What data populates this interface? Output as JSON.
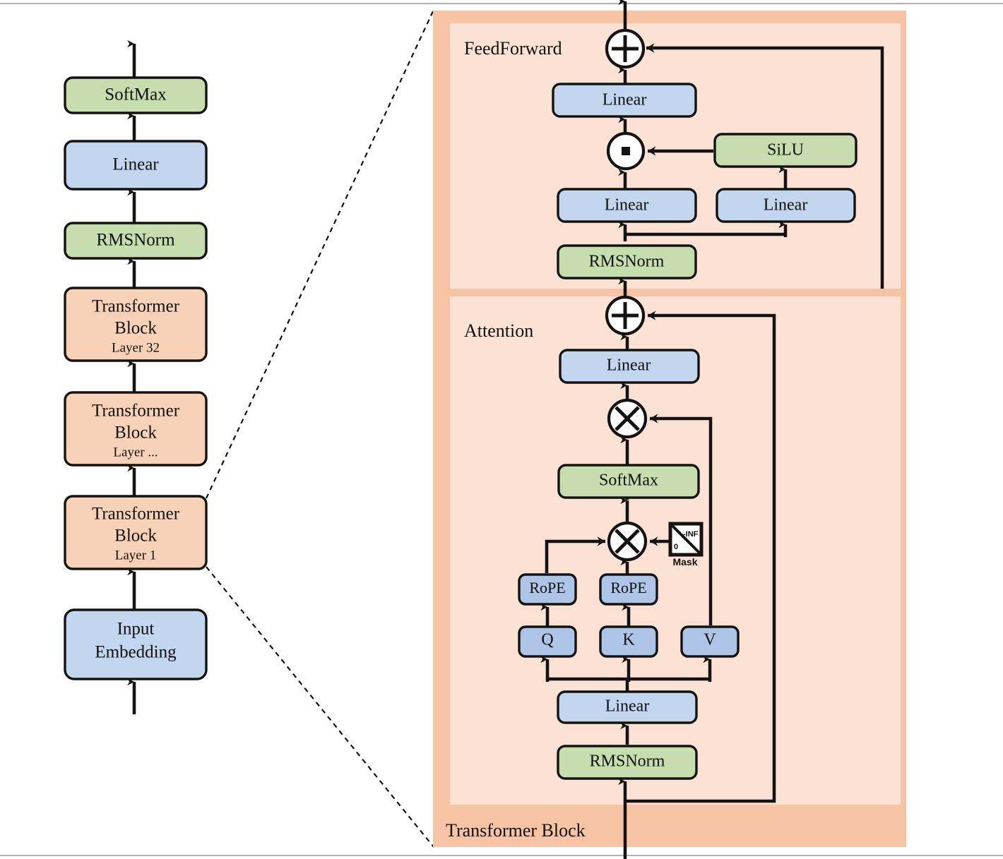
{
  "diagram": {
    "title": "Transformer Block",
    "palette": {
      "green": "#c6ddae",
      "blue": "#c2d7ef",
      "blue_deep": "#afc5e8",
      "peach": "#f8d2b6",
      "frame_outer": "#f6c3a4",
      "frame_inner": "#fbe2d4",
      "stroke": "#141312",
      "white": "#ffffff"
    }
  },
  "left_stack": {
    "name": "model-overview-stack",
    "nodes": [
      {
        "id": "softmax",
        "label": "SoftMax",
        "sublabel": "",
        "color": "green"
      },
      {
        "id": "linear",
        "label": "Linear",
        "sublabel": "",
        "color": "blue"
      },
      {
        "id": "rmsnorm",
        "label": "RMSNorm",
        "sublabel": "",
        "color": "green"
      },
      {
        "id": "block32",
        "label": "Transformer Block",
        "sublabel": "Layer 32",
        "color": "peach"
      },
      {
        "id": "blockdots",
        "label": "Transformer Block",
        "sublabel": "Layer ...",
        "color": "peach"
      },
      {
        "id": "block1",
        "label": "Transformer Block",
        "sublabel": "Layer 1",
        "color": "peach"
      },
      {
        "id": "embedding",
        "label": "Input Embedding",
        "sublabel": "",
        "color": "blue"
      }
    ]
  },
  "detail": {
    "outer_label": "Transformer Block",
    "feedforward": {
      "section_label": "FeedForward",
      "add_op": "+",
      "mul_op": "·",
      "nodes": [
        {
          "id": "ff-rmsnorm",
          "label": "RMSNorm",
          "color": "green"
        },
        {
          "id": "ff-linear-gate",
          "label": "Linear",
          "color": "blue"
        },
        {
          "id": "ff-linear-up",
          "label": "Linear",
          "color": "blue"
        },
        {
          "id": "ff-silu",
          "label": "SiLU",
          "color": "green"
        },
        {
          "id": "ff-linear-down",
          "label": "Linear",
          "color": "blue"
        }
      ]
    },
    "attention": {
      "section_label": "Attention",
      "add_op": "+",
      "matmul_op": "×",
      "mask": {
        "caption": "Mask",
        "upper_value": "-INF",
        "lower_value": "0"
      },
      "nodes": [
        {
          "id": "attn-rmsnorm",
          "label": "RMSNorm",
          "color": "green"
        },
        {
          "id": "attn-linear-qkv",
          "label": "Linear",
          "color": "blue"
        },
        {
          "id": "attn-q",
          "label": "Q",
          "color": "blue_deep"
        },
        {
          "id": "attn-k",
          "label": "K",
          "color": "blue_deep"
        },
        {
          "id": "attn-v",
          "label": "V",
          "color": "blue_deep"
        },
        {
          "id": "attn-rope-q",
          "label": "RoPE",
          "color": "blue_deep"
        },
        {
          "id": "attn-rope-k",
          "label": "RoPE",
          "color": "blue_deep"
        },
        {
          "id": "attn-softmax",
          "label": "SoftMax",
          "color": "green"
        },
        {
          "id": "attn-linear-out",
          "label": "Linear",
          "color": "blue"
        }
      ]
    }
  }
}
